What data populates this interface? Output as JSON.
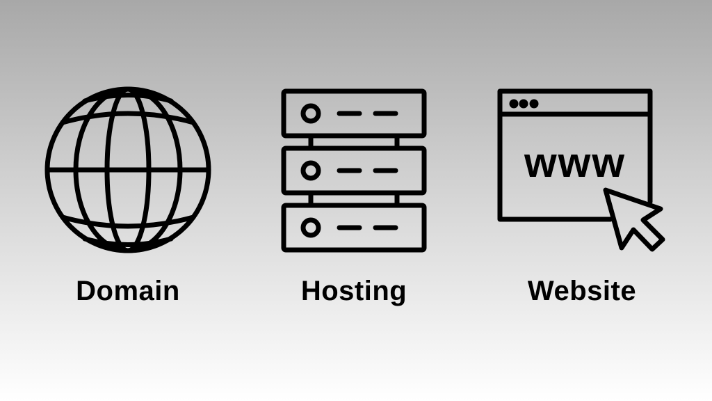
{
  "items": [
    {
      "label": "Domain",
      "icon": "globe-icon"
    },
    {
      "label": "Hosting",
      "icon": "server-rack-icon"
    },
    {
      "label": "Website",
      "icon": "browser-window-cursor-icon",
      "browser_text": "www"
    }
  ],
  "colors": {
    "stroke": "#000000",
    "bg_top": "#a8a8a8",
    "bg_bottom": "#ffffff"
  }
}
